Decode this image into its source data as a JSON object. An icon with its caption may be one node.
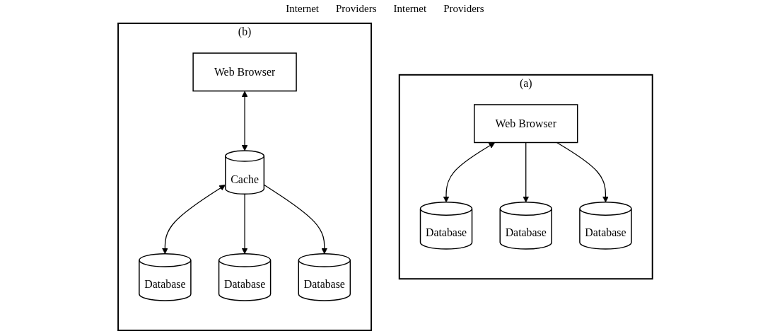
{
  "diagram": {
    "nodes": [
      {
        "text": [
          "(a)"
        ]
      },
      {
        "text": [
          "Web Browser"
        ],
        "in": 0
      },
      {
        "text": [
          "Database"
        ],
        "in": 0
      },
      {
        "text": [
          "Database"
        ],
        "in": 0
      },
      {
        "text": [
          "Database"
        ],
        "in": 0
      },
      {
        "text": [
          "(b)"
        ]
      },
      {
        "text": [
          "Web Browser"
        ],
        "in": 5
      },
      {
        "text": [
          "Cache"
        ],
        "in": 5
      },
      {
        "text": [
          "Database"
        ],
        "in": 5
      },
      {
        "text": [
          "Database"
        ],
        "in": 5
      },
      {
        "text": [
          "Database"
        ],
        "in": 5
      }
    ],
    "edges": [
      {
        "from": 1,
        "to": 3,
        "arrow": "both"
      },
      {
        "from": 1,
        "to": 2,
        "arrow": "to"
      },
      {
        "from": 1,
        "to": 4,
        "arrow": "to"
      },
      {
        "from": 6,
        "to": 7,
        "arrow": "both"
      },
      {
        "from": 7,
        "to": 9,
        "arrow": "both"
      },
      {
        "from": 7,
        "to": 8,
        "arrow": "to"
      },
      {
        "from": 7,
        "to": 10,
        "arrow": "to"
      }
    ],
    "labels": [
      "Internet",
      "Providers",
      "Internet",
      "Providers"
    ]
  }
}
